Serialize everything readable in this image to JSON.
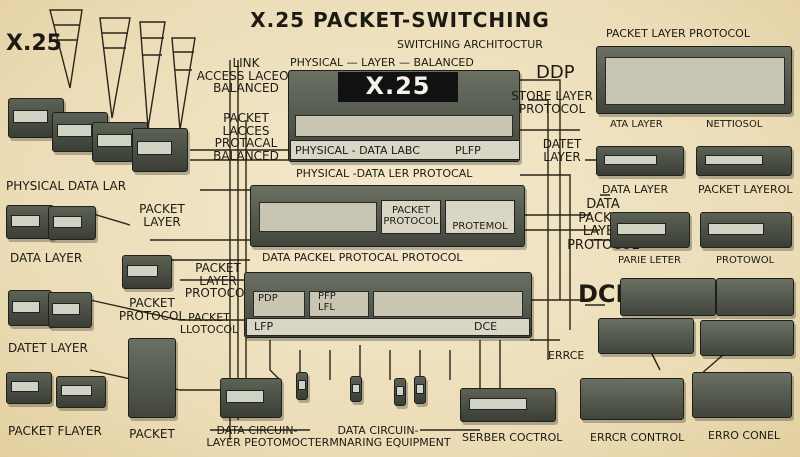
{
  "title": "X.25 PACKET-SWITCHING",
  "subtitle": "SWITCHING ARCHITOCTUR",
  "corner_label": "X.25",
  "center_badge": "X.25",
  "labels": {
    "physical_layer_balanced": "PHYSICAL — LAYER — BALANCED",
    "link_access": "LINK\nACCESS LACEOL\nBALANCED",
    "packet_laces": "PACKET\nLACCES\nPROTACAL\nBALANCED",
    "physical_data_lab": "PHYSICAL - DATA LABC",
    "plfp": "PLFP",
    "physical_data_ler": "PHYSICAL -DATA LER PROTOCAL",
    "packet_protocol_mid": "PACKET\nPROTOCOL",
    "protemol": "PROTEMOL",
    "data_packel": "DATA  PACKEL  PROTOCAL  PROTOCOL",
    "packet_layer_protocol_left": "PACKET\nLAYER\nPROTOCOL",
    "pfp": "PFP\nLFL",
    "lfp": "LFP",
    "pdp": "PDP",
    "dce_small": "DCE",
    "ddp": "DDP",
    "store_layer": "STORE LAYER\nPROTOCOL",
    "datet_layer": "DATET\nLAYER",
    "data_packet_right": "DATA\nPACKET\nLAYER\nPROTOCOL",
    "dce_big": "DCE",
    "errce": "ERRCE",
    "physical_data_lar": "PHYSICAL  DATA LAR",
    "packet_layer_left": "PACKET\nLAYER",
    "data_layer_left": "DATA LAYER",
    "packet_protocol_left": "PACKET\nPROTOCOL",
    "datet_layer_left": "DATET LAYER",
    "packet_llotocol": "PACKET\nLLOTOCOL",
    "packet_flayer": "PACKET FLAYER",
    "packet_bottom": "PACKET",
    "data_circuin_1": "DATA CIRCUIN-\nLAYER PEOTOMOC",
    "data_circuin_2": "DATA CIRCUIN-\nTERMNARING EQUIPMENT",
    "serber_coctrol": "SERBER COCTROL",
    "errcr_control": "ERRCR CONTROL",
    "erro_conel": "ERRO CONEL",
    "packet_layer_protocol_right": "PACKET LAYER PROTOCOL",
    "ata_layer": "ATA  LAYER",
    "nettocol": "NETTIOSOL",
    "data_layer_right": "DATA LAYER",
    "packet_layerol": "PACKET LAYEROL",
    "parie_leter": "PARIE LETER",
    "protowol": "PROTOWOL"
  }
}
